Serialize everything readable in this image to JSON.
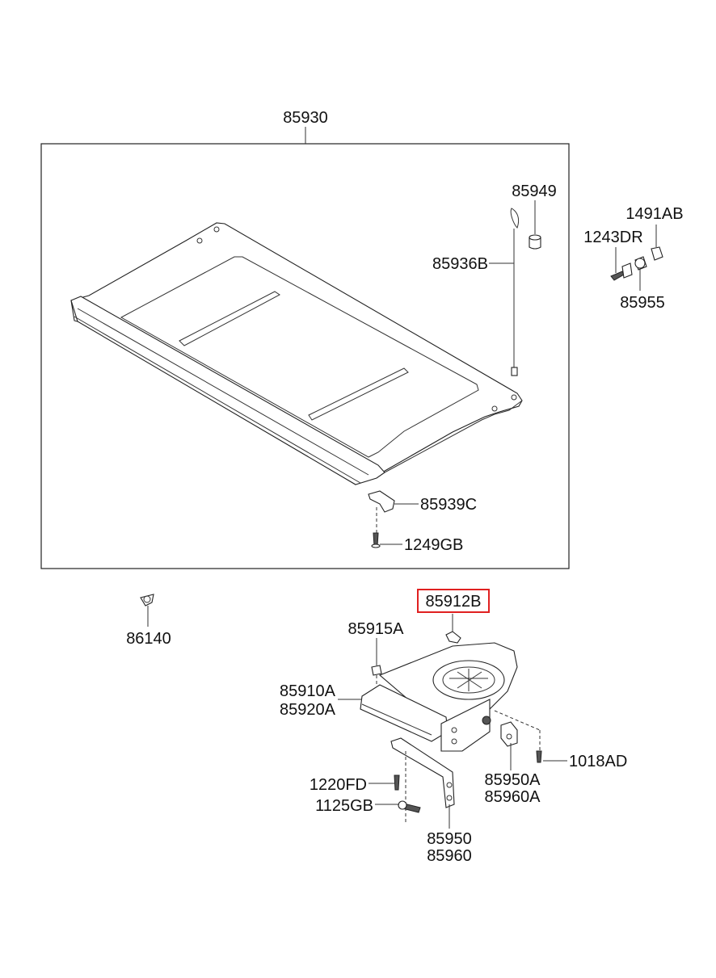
{
  "labels": {
    "l85930": "85930",
    "l85949": "85949",
    "l85936B": "85936B",
    "l1491AB": "1491AB",
    "l1243DR": "1243DR",
    "l85955": "85955",
    "l85939C": "85939C",
    "l1249GB": "1249GB",
    "l85912B": "85912B",
    "l86140": "86140",
    "l85915A": "85915A",
    "l85910A": "85910A",
    "l85920A": "85920A",
    "l1018AD": "1018AD",
    "l1220FD": "1220FD",
    "l1125GB": "1125GB",
    "l85950A": "85950A",
    "l85960A": "85960A",
    "l85950": "85950",
    "l85960": "85960"
  },
  "highlight": {
    "part": "85912B",
    "color": "#e02020"
  }
}
